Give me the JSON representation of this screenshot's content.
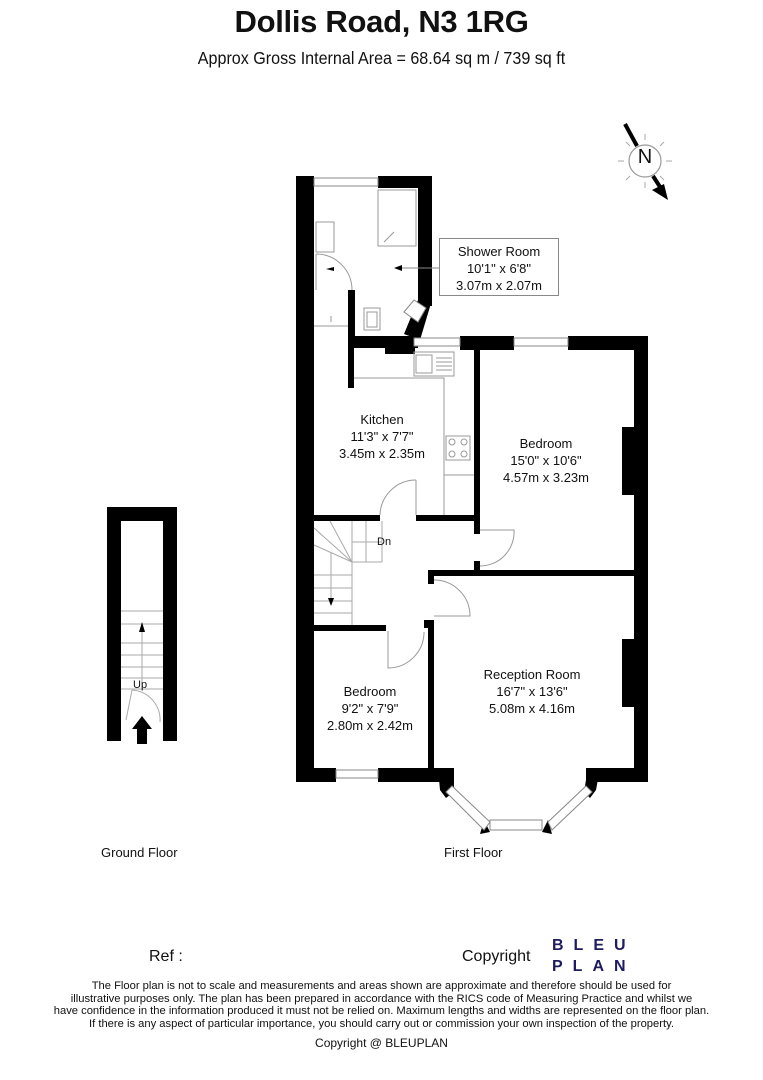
{
  "header": {
    "title": "Dollis Road, N3 1RG",
    "subtitle": "Approx Gross Internal Area = 68.64 sq m / 739 sq ft"
  },
  "compass": {
    "label": "N",
    "icon": "north-arrow-icon"
  },
  "rooms": {
    "shower_room": {
      "name": "Shower Room",
      "imperial": "10'1\" x 6'8\"",
      "metric": "3.07m x 2.07m"
    },
    "kitchen": {
      "name": "Kitchen",
      "imperial": "11'3\" x 7'7\"",
      "metric": "3.45m x 2.35m"
    },
    "bedroom_1": {
      "name": "Bedroom",
      "imperial": "15'0\" x 10'6\"",
      "metric": "4.57m x 3.23m"
    },
    "bedroom_2": {
      "name": "Bedroom",
      "imperial": "9'2\" x 7'9\"",
      "metric": "2.80m x 2.42m"
    },
    "reception": {
      "name": "Reception Room",
      "imperial": "16'7\" x 13'6\"",
      "metric": "5.08m x 4.16m"
    }
  },
  "stairs": {
    "down_label": "Dn",
    "up_label": "Up"
  },
  "floors": {
    "ground": "Ground Floor",
    "first": "First Floor"
  },
  "footer": {
    "ref_label": "Ref  :",
    "copyright_label": "Copyright",
    "logo_line1": "BLEU",
    "logo_line2": "PLAN",
    "logo_color": "#1e1b5e",
    "disclaimer": [
      "The Floor plan is not to scale and measurements and areas shown are approximate and therefore should be used for",
      "illustrative purposes only. The plan has been prepared in accordance with the RICS code of Measuring Practice and whilst we",
      "have confidence in the information produced it must not be relied on. Maximum lengths and widths are represented on the floor plan.",
      "If there is any aspect of particular importance, you should carry out or commission your own inspection of the property."
    ],
    "copyright_line": "Copyright @ BLEUPLAN"
  }
}
